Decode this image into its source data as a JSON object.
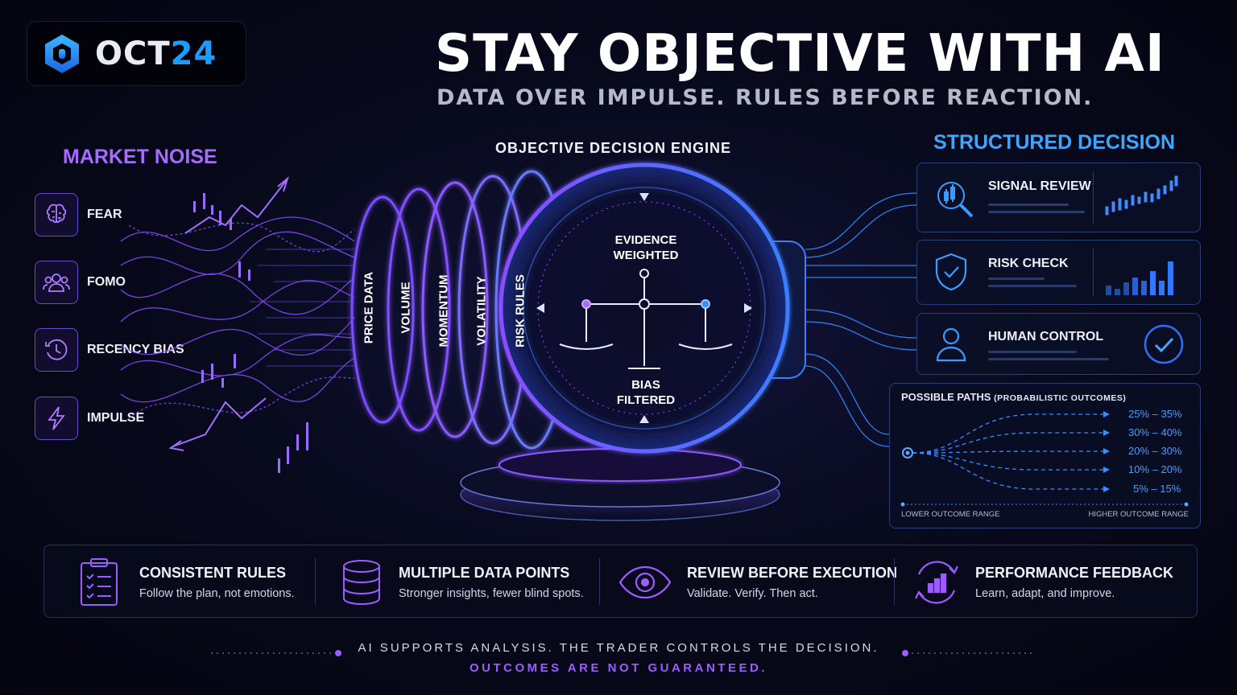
{
  "brand": {
    "logo_part1": "OCT",
    "logo_part2": "24",
    "logo_icon": "hexagon-logo-icon"
  },
  "title": "STAY OBJECTIVE WITH AI",
  "subtitle": "DATA OVER IMPULSE. RULES BEFORE REACTION.",
  "noise": {
    "heading": "MARKET NOISE",
    "items": [
      {
        "label": "FEAR",
        "icon": "brain-icon"
      },
      {
        "label": "FOMO",
        "icon": "people-icon"
      },
      {
        "label": "RECENCY BIAS",
        "icon": "clock-history-icon"
      },
      {
        "label": "IMPULSE",
        "icon": "lightning-icon"
      }
    ]
  },
  "engine": {
    "heading": "OBJECTIVE DECISION ENGINE",
    "filters": [
      "PRICE DATA",
      "VOLUME",
      "MOMENTUM",
      "VOLATILITY",
      "RISK RULES"
    ],
    "top_label_1": "EVIDENCE",
    "top_label_2": "WEIGHTED",
    "bottom_label_1": "BIAS",
    "bottom_label_2": "FILTERED",
    "center_icon": "balance-scale-icon"
  },
  "structured": {
    "heading": "STRUCTURED DECISION",
    "cards": [
      {
        "label": "SIGNAL REVIEW",
        "icon": "magnifier-candles-icon"
      },
      {
        "label": "RISK CHECK",
        "icon": "shield-check-icon"
      },
      {
        "label": "HUMAN CONTROL",
        "icon": "person-icon"
      }
    ]
  },
  "paths": {
    "title": "POSSIBLE PATHS",
    "title_note": "(PROBABILISTIC OUTCOMES)",
    "outcomes": [
      "25% – 35%",
      "30% – 40%",
      "20% – 30%",
      "10% – 20%",
      "5% – 15%"
    ],
    "range_low": "LOWER OUTCOME RANGE",
    "range_high": "HIGHER OUTCOME RANGE"
  },
  "features": [
    {
      "title": "CONSISTENT RULES",
      "desc": "Follow the plan, not emotions.",
      "icon": "clipboard-checklist-icon"
    },
    {
      "title": "MULTIPLE DATA POINTS",
      "desc": "Stronger insights, fewer blind spots.",
      "icon": "database-icon"
    },
    {
      "title": "REVIEW BEFORE EXECUTION",
      "desc": "Validate. Verify. Then act.",
      "icon": "eye-icon"
    },
    {
      "title": "PERFORMANCE FEEDBACK",
      "desc": "Learn, adapt, and improve.",
      "icon": "feedback-chart-icon"
    }
  ],
  "footer": {
    "line1": "AI SUPPORTS ANALYSIS. THE TRADER CONTROLS THE DECISION.",
    "line2": "OUTCOMES ARE NOT GUARANTEED."
  },
  "colors": {
    "purple": "#9d5cff",
    "blue": "#3da6ff",
    "background": "#06071a"
  }
}
